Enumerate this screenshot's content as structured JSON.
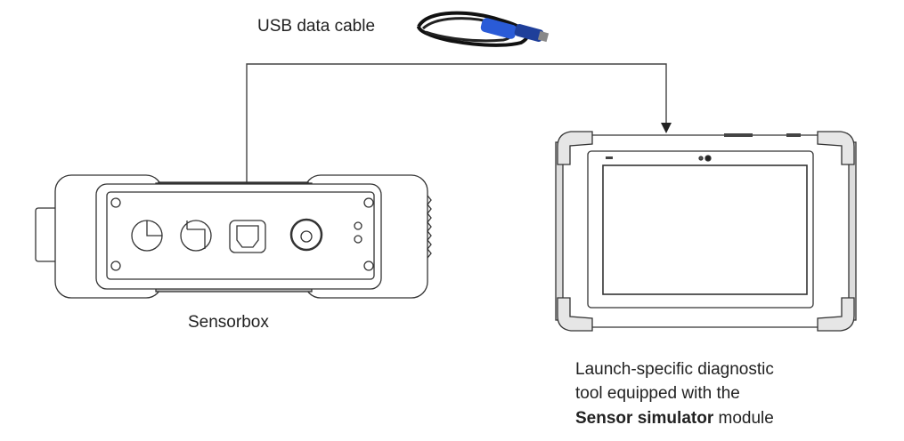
{
  "cable_label": "USB data cable",
  "sensorbox_label": "Sensorbox",
  "tool_caption": {
    "line1": "Launch-specific diagnostic",
    "line2": "tool equipped with the",
    "line3_bold": "Sensor simulator",
    "line3_rest": " module"
  },
  "colors": {
    "line": "#333333",
    "cable_blue": "#2a5bd7",
    "bumper": "#e6e6e6"
  }
}
